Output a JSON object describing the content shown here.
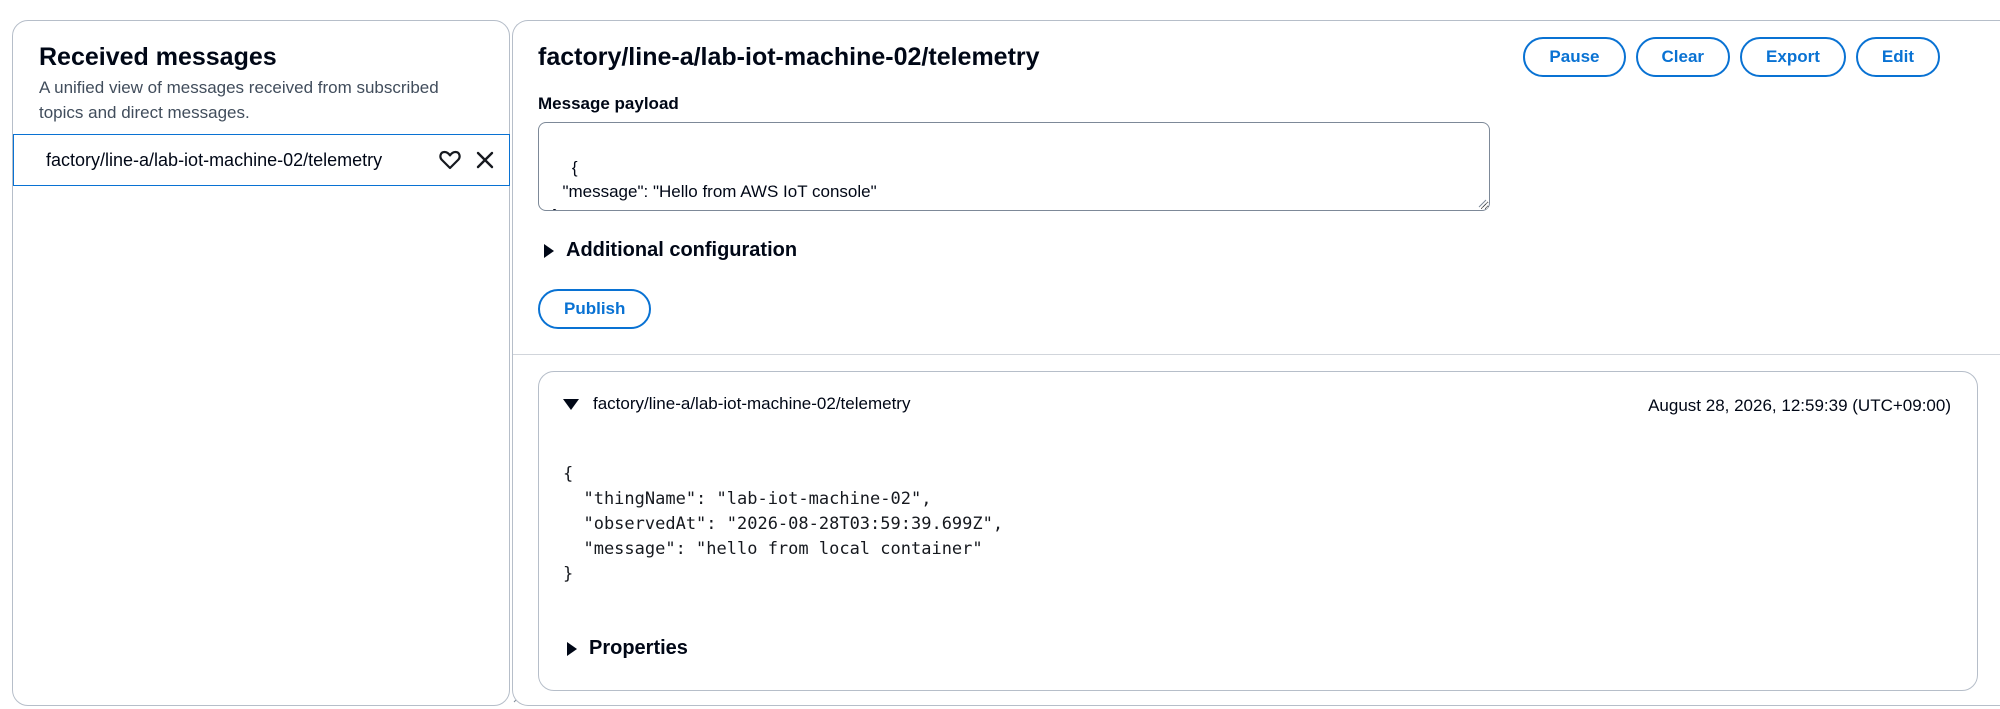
{
  "received": {
    "title": "Received messages",
    "description": "A unified view of messages received from subscribed topics and direct messages.",
    "topics": [
      {
        "label": "factory/line-a/lab-iot-machine-02/telemetry"
      }
    ]
  },
  "topic": {
    "title": "factory/line-a/lab-iot-machine-02/telemetry",
    "toolbar": {
      "pause": "Pause",
      "clear": "Clear",
      "export": "Export",
      "edit": "Edit"
    },
    "payload_label": "Message payload",
    "payload_value": "{\n  \"message\": \"Hello from AWS IoT console\"\n}",
    "additional_config": "Additional configuration",
    "publish": "Publish"
  },
  "message": {
    "topic": "factory/line-a/lab-iot-machine-02/telemetry",
    "timestamp": "August 28, 2026, 12:59:39 (UTC+09:00)",
    "body": "{\n  \"thingName\": \"lab-iot-machine-02\",\n  \"observedAt\": \"2026-08-28T03:59:39.699Z\",\n  \"message\": \"hello from local container\"\n}",
    "properties": "Properties"
  },
  "colors": {
    "accent": "#0972d3",
    "border": "#b6bec9",
    "text": "#000716"
  },
  "icons": [
    "heart-icon",
    "close-icon",
    "caret-right-icon",
    "caret-down-icon",
    "resize-grip-icon"
  ]
}
